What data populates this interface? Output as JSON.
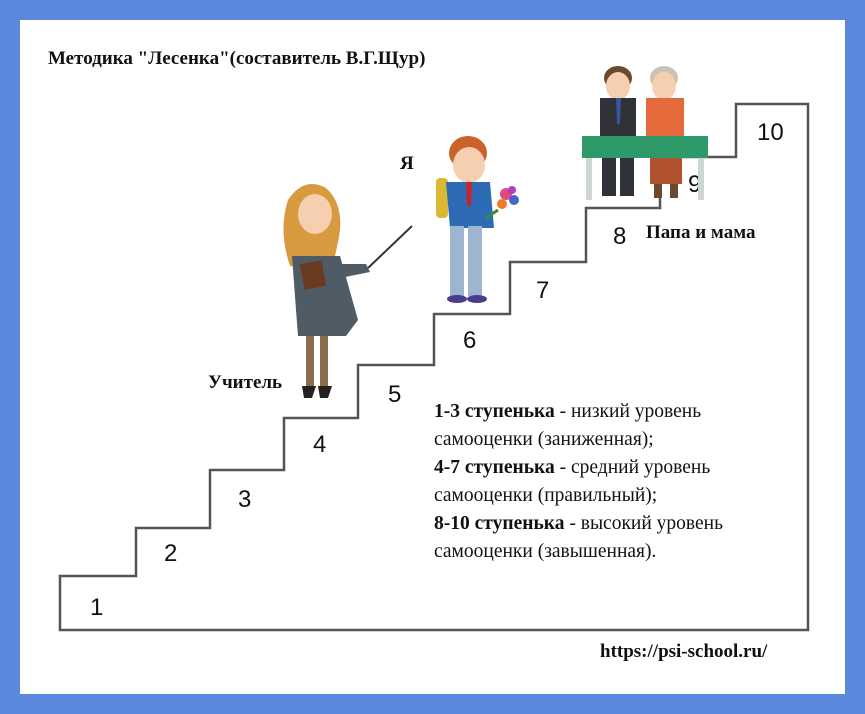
{
  "title": "Методика \"Лесенка\"(составитель В.Г.Щур)",
  "labels": {
    "self": "Я",
    "parents": "Папа и мама",
    "teacher": "Учитель"
  },
  "steps": [
    "1",
    "2",
    "3",
    "4",
    "5",
    "6",
    "7",
    "8",
    "9",
    "10"
  ],
  "legend": [
    {
      "range": "1-3 ступенька",
      "sep": " - ",
      "text": "низкий уровень самооценки (заниженная);"
    },
    {
      "range": "4-7 ступенька",
      "sep": " - ",
      "text": "средний уровень самооценки (правильный);"
    },
    {
      "range": "8-10 ступенька",
      "sep": " - ",
      "text": "высокий уровень самооценки (завышенная)."
    }
  ],
  "url": "https://psi-school.ru/",
  "colors": {
    "border": "#5b87dc",
    "bench": "#2e9a6a"
  }
}
